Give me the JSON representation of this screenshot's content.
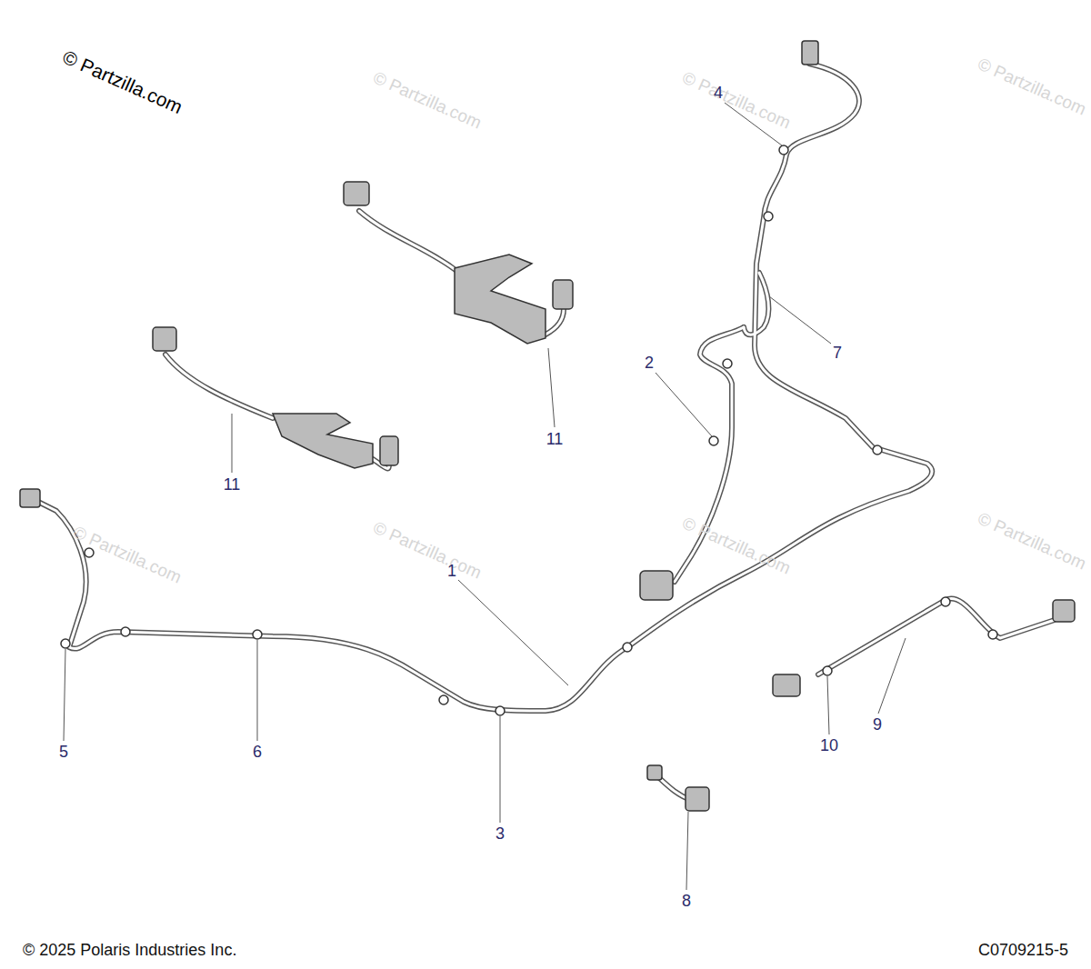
{
  "diagram": {
    "labels": [
      "© Partzilla.com",
      "© Partzilla.com",
      "© Partzilla.com",
      "© Partzilla.com",
      "© Partzilla.com",
      "© Partzilla.com",
      "© Partzilla.com",
      "© Partzilla.com",
      "4",
      "7",
      "2",
      "11",
      "11",
      "1",
      "5",
      "6",
      "3",
      "8",
      "10",
      "9",
      "© 2025 Polaris Industries Inc.",
      "C0709215-5"
    ]
  }
}
